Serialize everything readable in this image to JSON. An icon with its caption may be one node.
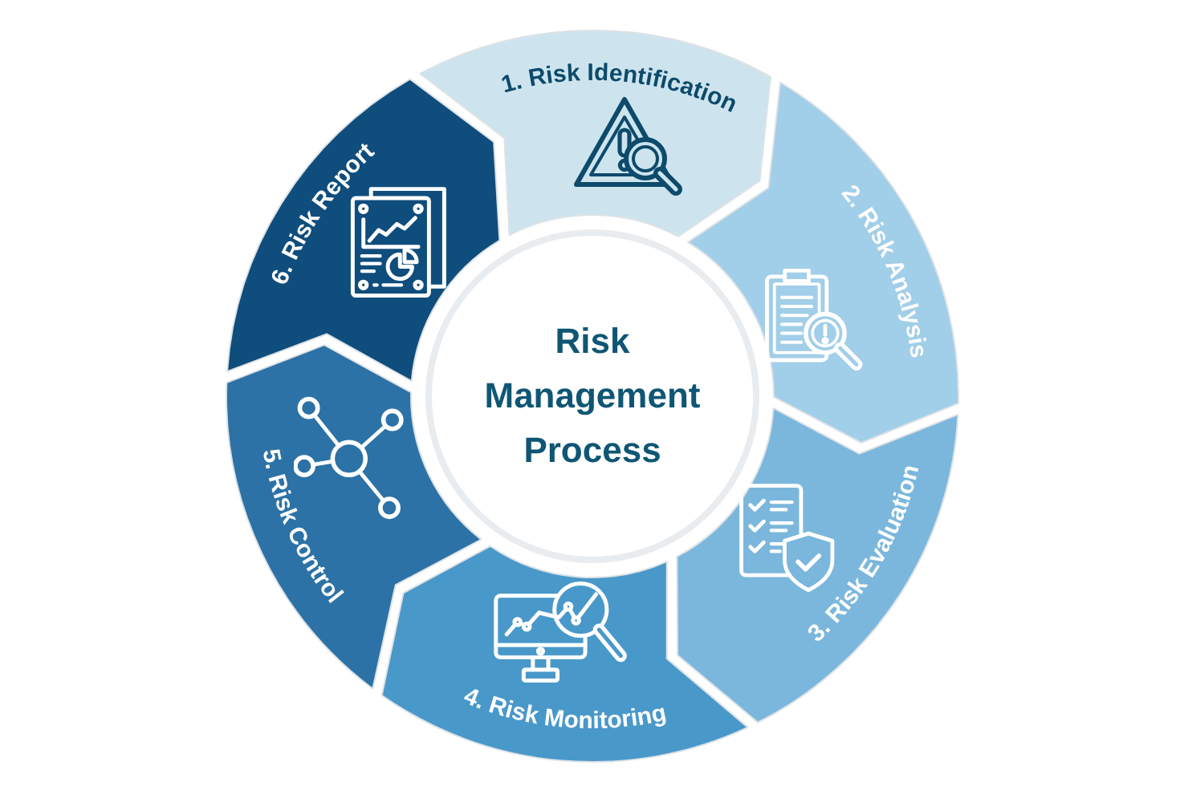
{
  "diagram": {
    "nodes": [
      {
        "text": [
          "1. Risk Identification"
        ]
      },
      {
        "text": [
          "2. Risk Analysis"
        ]
      },
      {
        "text": [
          "3. Risk Evaluation"
        ]
      },
      {
        "text": [
          "4. Risk Monitoring"
        ]
      },
      {
        "text": [
          "5. Risk Control"
        ]
      },
      {
        "text": [
          "6. Risk Report"
        ]
      },
      {
        "text": [
          "Risk Management Process"
        ]
      }
    ]
  }
}
